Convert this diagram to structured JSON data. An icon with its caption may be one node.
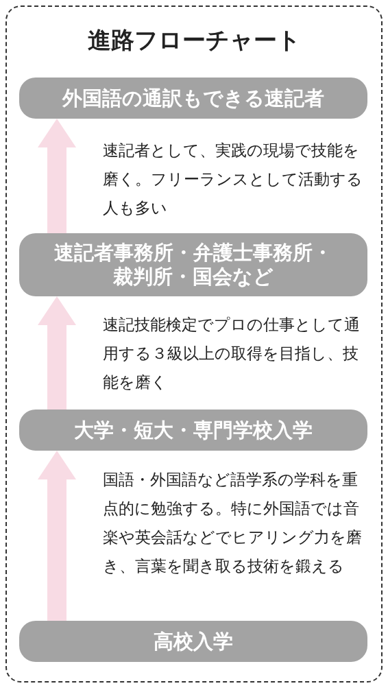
{
  "diagram": {
    "title": "進路フローチャート",
    "nodes": [
      {
        "text": [
          "外国語の通訳もできる速記者"
        ]
      },
      {
        "text": [
          "速記者事務所・弁護士事務所・裁判所・国会など"
        ]
      },
      {
        "text": [
          "大学・短大・専門学校入学"
        ]
      },
      {
        "text": [
          "高校入学"
        ]
      }
    ],
    "edges": [
      {
        "from": 1,
        "to": 0,
        "arrow": "to",
        "label": "速記者として、実践の現場で技能を磨く。フリーランスとして活動する人も多い"
      },
      {
        "from": 2,
        "to": 1,
        "arrow": "to",
        "label": "速記技能検定でプロの仕事として通用する３級以上の取得を目指し、技能を磨く"
      },
      {
        "from": 3,
        "to": 2,
        "arrow": "to",
        "label": "国語・外国語など語学系の学科を重点的に勉強する。特に外国語では音楽や英会話などでヒアリング力を磨き、言葉を聞き取る技術を鍛える"
      }
    ]
  }
}
